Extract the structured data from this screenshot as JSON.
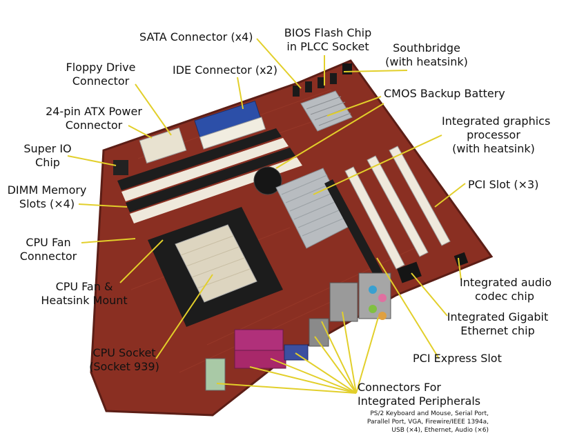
{
  "colors": {
    "board": "#8a2f22",
    "board_edge": "#5c1e16",
    "leader": "#e2cf2a",
    "text": "#111111",
    "background": "#ffffff",
    "heatsink": "#b8bcc0",
    "ide_blue": "#2c4fa8",
    "slot_white": "#efe9dc",
    "serial_magenta": "#b0307a"
  },
  "labels": {
    "sata": [
      "SATA Connector (x4)"
    ],
    "bios": [
      "BIOS Flash Chip",
      "in PLCC Socket"
    ],
    "southbridge": [
      "Southbridge",
      "(with heatsink)"
    ],
    "floppy": [
      "Floppy Drive",
      "Connector"
    ],
    "ide": [
      "IDE Connector (x2)"
    ],
    "cmos": [
      "CMOS Backup Battery"
    ],
    "atx": [
      "24-pin ATX Power",
      "Connector"
    ],
    "igp": [
      "Integrated graphics",
      "processor",
      "(with heatsink)"
    ],
    "superio": [
      "Super IO",
      "Chip"
    ],
    "dimm": [
      "DIMM Memory",
      "Slots (×4)"
    ],
    "pci": [
      "PCI Slot (×3)"
    ],
    "cpufan": [
      "CPU Fan",
      "Connector"
    ],
    "cpuheatsink": [
      "CPU Fan &",
      "Heatsink Mount"
    ],
    "audio": [
      "Integrated audio",
      "codec chip"
    ],
    "ethernet": [
      "Integrated Gigabit",
      "Ethernet chip"
    ],
    "cpusocket": [
      "CPU Socket",
      "(Socket 939)"
    ],
    "pcie": [
      "PCI Express Slot"
    ],
    "peripherals": [
      "Connectors For",
      "Integrated Peripherals"
    ],
    "peripherals_detail": [
      "PS/2 Keyboard and Mouse, Serial Port,",
      "Parallel Port, VGA, Firewire/IEEE 1394a,",
      "USB (×4), Ethernet, Audio (×6)"
    ]
  }
}
